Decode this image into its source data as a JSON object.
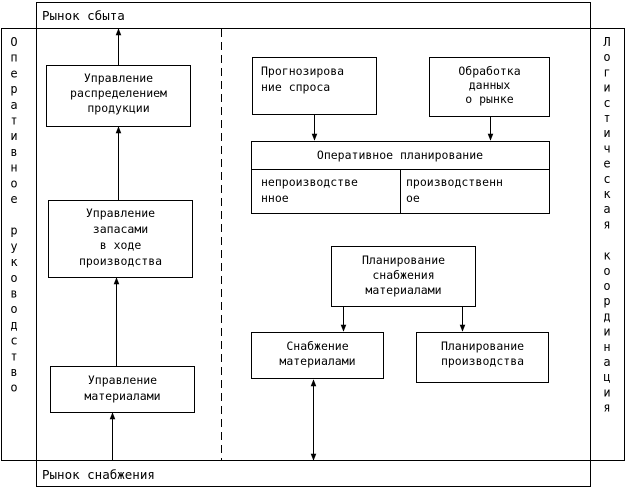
{
  "markets": {
    "sales": "Рынок сбыта",
    "supply": "Рынок снабжения"
  },
  "side_labels": {
    "left": [
      "Оперативное",
      "руководство"
    ],
    "right": [
      "Логистическая",
      "координация"
    ]
  },
  "boxes": {
    "distribution": [
      "Управление",
      "распределением",
      "продукции"
    ],
    "inventory": [
      "Управление",
      "запасами",
      "в ходе",
      "производства"
    ],
    "materials_mgmt": [
      "Управление",
      "материалами"
    ],
    "forecast": [
      "Прогнозирова",
      "ние спроса"
    ],
    "market_data": [
      "Обработка",
      "данных",
      "о рынке"
    ],
    "operational": {
      "title": "Оперативное планирование",
      "left": [
        "непроизводстве",
        "нное"
      ],
      "right": [
        "производственн",
        "ое"
      ]
    },
    "supply_planning": [
      "Планирование",
      "снабжения",
      "материалами"
    ],
    "supply": [
      "Снабжение",
      "материалами"
    ],
    "production_planning": [
      "Планирование",
      "производства"
    ]
  }
}
